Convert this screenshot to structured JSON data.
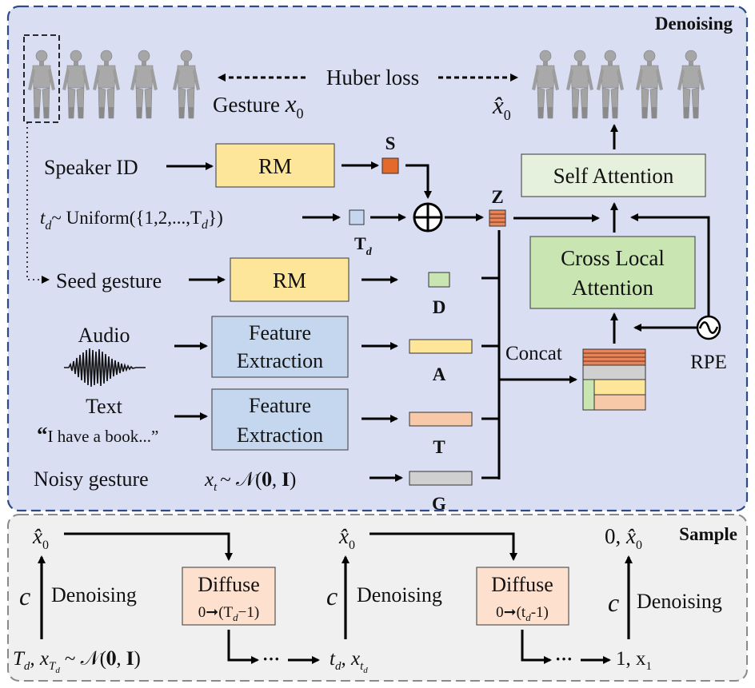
{
  "denoising": {
    "title": "Denoising",
    "gesture_label": "Gesture",
    "gesture_symbol": "x",
    "gesture_sub": "0",
    "loss_label": "Huber loss",
    "pred_symbol": "x̂",
    "pred_sub": "0",
    "inputs": {
      "speaker_id": "Speaker ID",
      "td_prefix": "t",
      "td_sub": "d",
      "td_dist": "~ Uniform({1,2,...,T",
      "td_dist_sub": "d",
      "td_close": "})",
      "seed": "Seed gesture",
      "audio": "Audio",
      "text": "Text",
      "text_quote": "“",
      "text_example": "I have a book...”",
      "noisy": "Noisy gesture",
      "noisy_symbol": "x",
      "noisy_sub": "t",
      "noisy_dist": "~ 𝒩(𝟎, 𝐈)"
    },
    "modules": {
      "rm_speaker": "RM",
      "rm_seed": "RM",
      "feat_audio_1": "Feature",
      "feat_audio_2": "Extraction",
      "feat_text_1": "Feature",
      "feat_text_2": "Extraction",
      "self_attention": "Self Attention",
      "cross_1": "Cross Local",
      "cross_2": "Attention",
      "concat": "Concat",
      "rpe": "RPE",
      "plus": "⊕"
    },
    "tokens": {
      "s": "S",
      "z": "Z",
      "td": "T",
      "td_sub": "d",
      "d": "D",
      "a": "A",
      "t": "T",
      "g": "G"
    }
  },
  "sample": {
    "title": "Sample",
    "c": "c",
    "denoising": "Denoising",
    "x0hat": "x̂",
    "x0hat_sub": "0",
    "final_prefix": "0, ",
    "start_T": "T",
    "start_T_sub": "d",
    "start_x": ", x",
    "start_x_sub": "T",
    "start_x_sub2": "d",
    "start_dist": "~ 𝒩(𝟎, 𝐈)",
    "diffuse1_title": "Diffuse",
    "diffuse1_range": "0➞(T",
    "diffuse1_range_sub": "d",
    "diffuse1_range_end": "−1)",
    "diffuse2_title": "Diffuse",
    "diffuse2_range": "0➞(t",
    "diffuse2_range_sub": "d",
    "diffuse2_range_end": "-1)",
    "ellipsis": "···",
    "mid_t": "t",
    "mid_t_sub": "d",
    "mid_x": ", x",
    "mid_x_sub": "t",
    "mid_x_sub2": "d",
    "end_label": "1, x",
    "end_sub": "1"
  },
  "colors": {
    "denoise_bg": "#d9def3",
    "denoise_border": "#2f4a8a",
    "sample_bg": "#f0f0f0",
    "sample_border": "#8a8a8a",
    "rm_fill": "#fde59a",
    "feat_fill": "#c5d7ee",
    "self_attn_fill": "#e5f1dc",
    "cross_attn_fill": "#c9e5b2",
    "diffuse_fill": "#fde0cd",
    "s_token": "#e46a2c",
    "z_token": "#e8845a",
    "td_token": "#c5d7ee",
    "d_token": "#c9e5b2",
    "a_token": "#fde59a",
    "t_token": "#f8c9a8",
    "g_token": "#d0d0d0"
  }
}
